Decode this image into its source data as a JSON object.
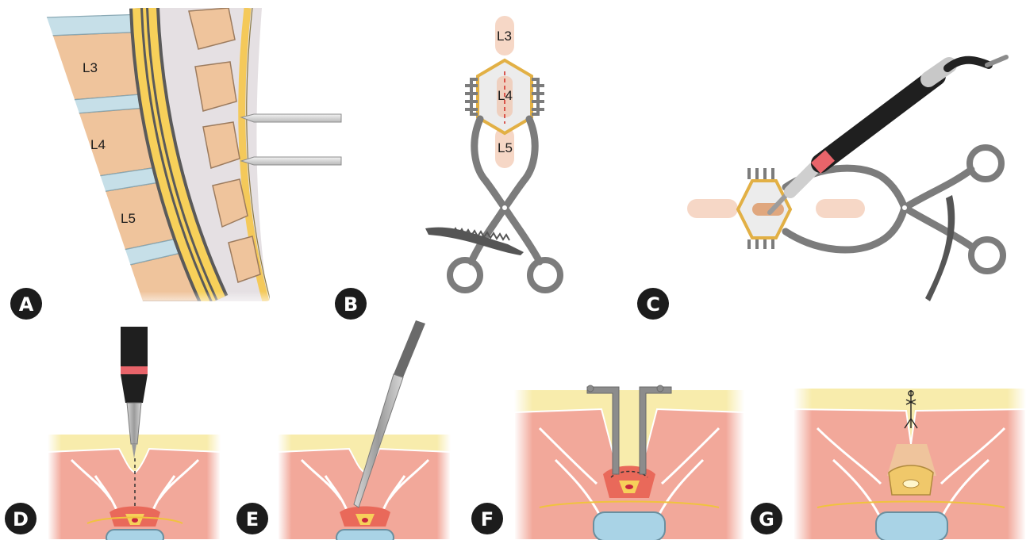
{
  "panels": {
    "A": {
      "badge": "A",
      "vertebrae": [
        "L3",
        "L4",
        "L5"
      ]
    },
    "B": {
      "badge": "B",
      "vertebrae": [
        "L3",
        "L4",
        "L5"
      ]
    },
    "C": {
      "badge": "C"
    },
    "D": {
      "badge": "D"
    },
    "E": {
      "badge": "E"
    },
    "F": {
      "badge": "F"
    },
    "G": {
      "badge": "G"
    }
  },
  "colors": {
    "bone": "#efc49c",
    "disc": "#c6dfe8",
    "cord": "#f7d05a",
    "fat": "#f8ecac",
    "muscle": "#f2a89a",
    "instrument": "#8c8c8c",
    "badge": "#1c1c1c"
  }
}
